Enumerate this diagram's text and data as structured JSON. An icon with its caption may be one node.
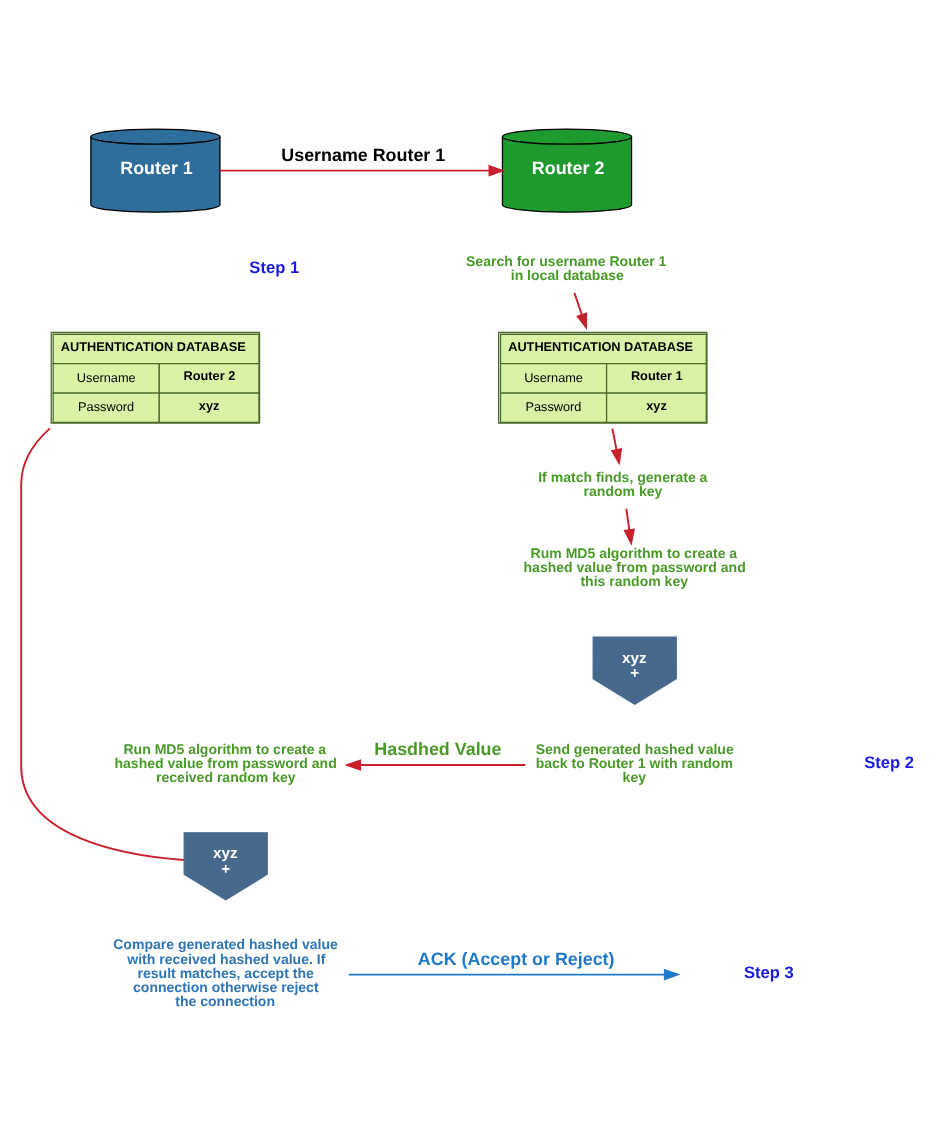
{
  "diagram": {
    "nodes": [
      {
        "text": [
          "Router 1"
        ]
      },
      {
        "text": [
          "Router 2"
        ]
      },
      {
        "text": [
          "Search for username Router 1 in local database"
        ]
      },
      {
        "text": [
          "AUTHENTICATION DATABASE",
          "Username",
          "Router 2",
          "Password",
          "xyz"
        ]
      },
      {
        "text": [
          "AUTHENTICATION DATABASE",
          "Username",
          "Router 1",
          "Password",
          "xyz"
        ]
      },
      {
        "text": [
          "If match finds, generate a random key"
        ]
      },
      {
        "text": [
          "Rum MD5 algorithm to create a hashed value from password and this random key"
        ]
      },
      {
        "text": [
          "xyz",
          "+"
        ]
      },
      {
        "text": [
          "Send generated hashed value back to Router 1 with random key"
        ]
      },
      {
        "text": [
          "Run MD5 algorithm to create a hashed value from password and received random key"
        ]
      },
      {
        "text": [
          "xyz",
          "+"
        ]
      },
      {
        "text": [
          "Compare generated hashed value with received hashed value. If result matches, accept the connection otherwise reject the connection"
        ]
      }
    ],
    "edges": [
      {
        "from": 0,
        "to": 1,
        "arrow": "to",
        "label": "Username Router 1"
      },
      {
        "from": 2,
        "to": 4,
        "arrow": "to"
      },
      {
        "from": 4,
        "to": 5,
        "arrow": "to"
      },
      {
        "from": 5,
        "to": 6,
        "arrow": "to"
      },
      {
        "from": 3,
        "to": 10,
        "arrow": "none"
      },
      {
        "from": 8,
        "to": 9,
        "arrow": "to",
        "label": "Hasdhed Value"
      },
      {
        "from": 11,
        "to": null,
        "arrow": "to",
        "label": "ACK (Accept or Reject)",
        "color": "#1f78c8"
      }
    ],
    "labels": [
      "Step 1",
      "Step 2",
      "Step 3"
    ]
  }
}
